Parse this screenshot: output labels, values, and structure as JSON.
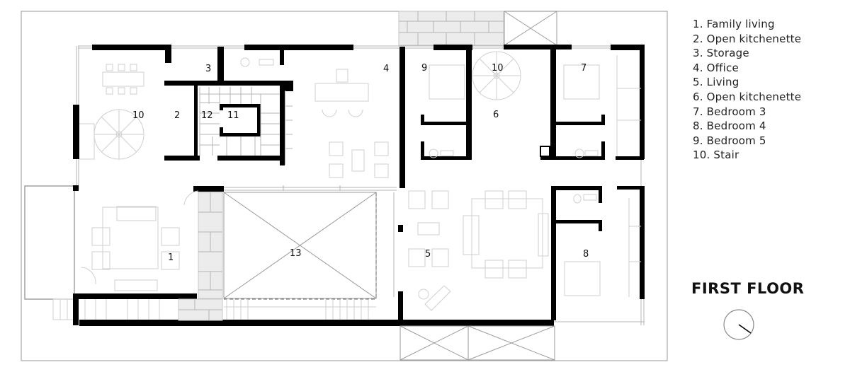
{
  "drawing": {
    "title": "FIRST FLOOR",
    "legend": [
      "1. Family living",
      "2. Open kitchenette",
      "3. Storage",
      "4. Office",
      "5. Living",
      "6. Open kitchenette",
      "7. Bedroom 3",
      "8. Bedroom 4",
      "9. Bedroom 5",
      "10. Stair"
    ],
    "room_labels": {
      "r1": "1",
      "r2": "2",
      "r3": "3",
      "r4": "4",
      "r5": "5",
      "r6": "6",
      "r7": "7",
      "r8": "8",
      "r9": "9",
      "r10a": "10",
      "r10b": "10",
      "r11": "11",
      "r12": "12",
      "r13": "13"
    },
    "north_icon": "north-arrow-icon",
    "colors": {
      "wall": "#000000",
      "line": "#9a9a9a",
      "furniture": "#cfcfcf",
      "paving": "#ececec"
    }
  }
}
